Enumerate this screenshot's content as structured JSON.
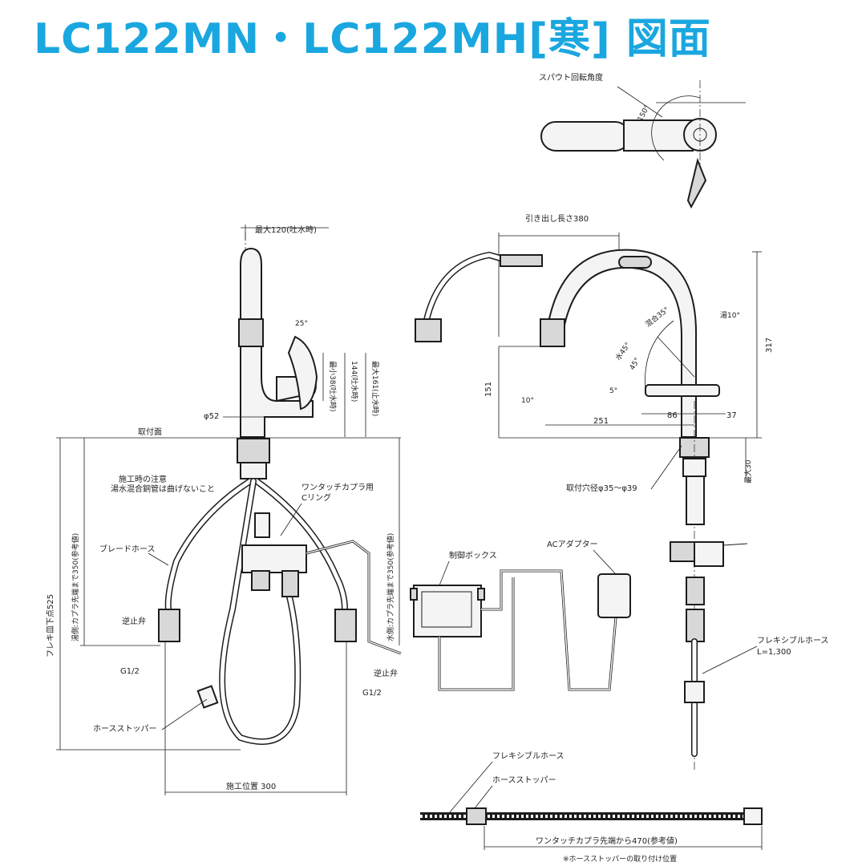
{
  "title": "LC122MN・LC122MH[寒] 図面",
  "labels": {
    "spout_rotation": "スパウト回転角度",
    "spout_angle": "150°",
    "pull_out_length": "引き出し長さ380",
    "max_120": "最大120(吐水時)",
    "angle_25": "25°",
    "min_38": "最小38(吐水時)",
    "dim_144": "144(吐水時)",
    "max_161": "最大161(止水時)",
    "phi_52": "φ52",
    "mount_surface": "取付面",
    "install_note_1": "施工時の注意",
    "install_note_2": "湯水混合銅管は曲げないこと",
    "one_touch_c_ring_1": "ワンタッチカプラ用",
    "one_touch_c_ring_2": "Cリング",
    "braided_hose": "ブレードホース",
    "hot_side_350": "湯側:カプラ先端まで350(参考値)",
    "cold_side_350": "水側:カプラ先端まで350(参考値)",
    "flex_525": "フレキ皿下点525",
    "check_valve_left": "逆止弁",
    "check_valve_right": "逆止弁",
    "g12_left": "G1/2",
    "g12_right": "G1/2",
    "hose_stopper_left": "ホースストッパー",
    "install_position": "施工位置 300",
    "control_box": "制御ボックス",
    "ac_adapter": "ACアダプター",
    "flex_hose_right_1": "フレキシブルホース",
    "flex_hose_right_2": "L=1,300",
    "mount_hole": "取付穴径φ35〜φ39",
    "max_30": "最大30",
    "dim_151": "151",
    "angle_10_left": "10°",
    "dim_251": "251",
    "dim_86": "86",
    "dim_37": "37",
    "dim_317": "317",
    "mix_35": "混合35°",
    "hot_10": "湯10°",
    "water_45": "水45°",
    "angle_45": "45°",
    "angle_5": "5°",
    "flex_hose_bottom": "フレキシブルホース",
    "hose_stopper_bottom": "ホースストッパー",
    "coupler_470": "ワンタッチカプラ先端から470(参考値)",
    "stopper_note": "※ホースストッパーの取り付け位置"
  },
  "colors": {
    "title": "#1aa7e0",
    "line": "#1c1c1c"
  }
}
